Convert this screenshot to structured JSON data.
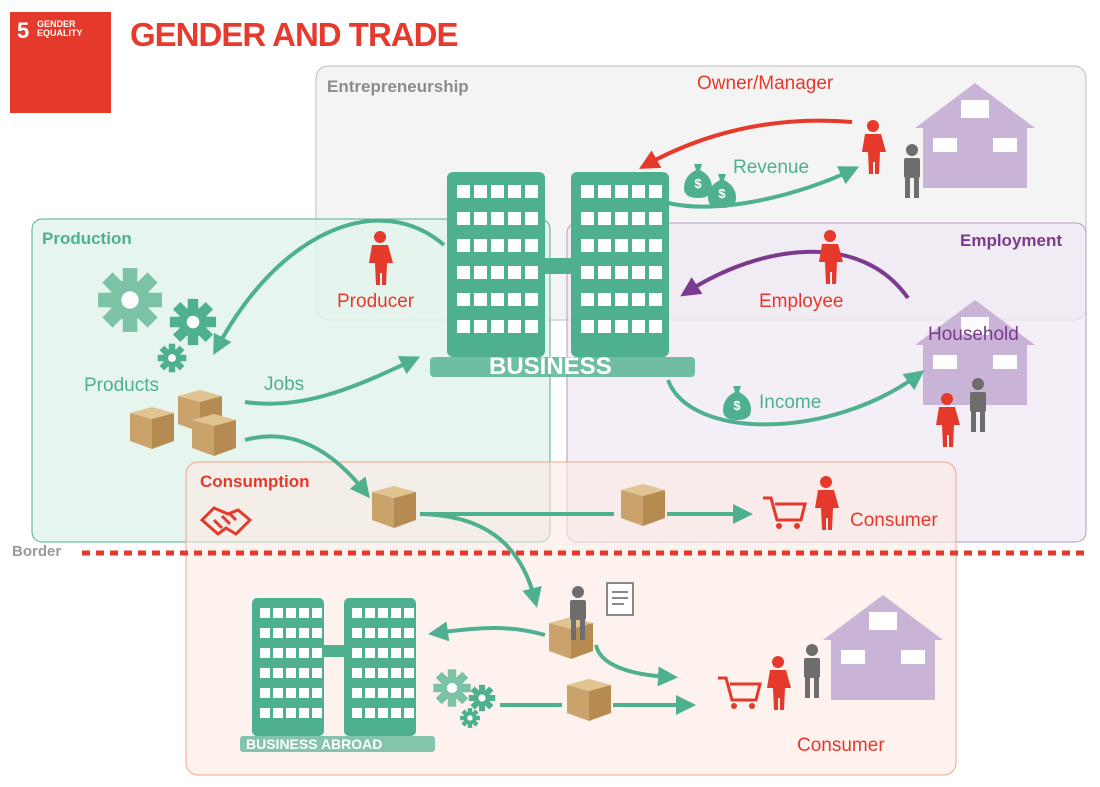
{
  "badge": {
    "number": "5",
    "text_line1": "GENDER",
    "text_line2": "EQUALITY"
  },
  "title": "GENDER AND TRADE",
  "regions": {
    "entrepreneurship": "Entrepreneurship",
    "production": "Production",
    "employment": "Employment",
    "consumption": "Consumption"
  },
  "labels": {
    "owner_manager": "Owner/Manager",
    "revenue": "Revenue",
    "producer": "Producer",
    "employee": "Employee",
    "household": "Household",
    "products": "Products",
    "jobs": "Jobs",
    "business": "BUSINESS",
    "income": "Income",
    "consumer_domestic": "Consumer",
    "border": "Border",
    "business_abroad": "BUSINESS ABROAD",
    "consumer_abroad": "Consumer"
  },
  "colors": {
    "sdg_red": "#e5392b",
    "teal": "#4fb08f",
    "purple": "#7b3a8e",
    "house_lavender": "#c9b3d6",
    "box_tan": "#c9a36b",
    "gray_person": "#6d6d6d"
  }
}
